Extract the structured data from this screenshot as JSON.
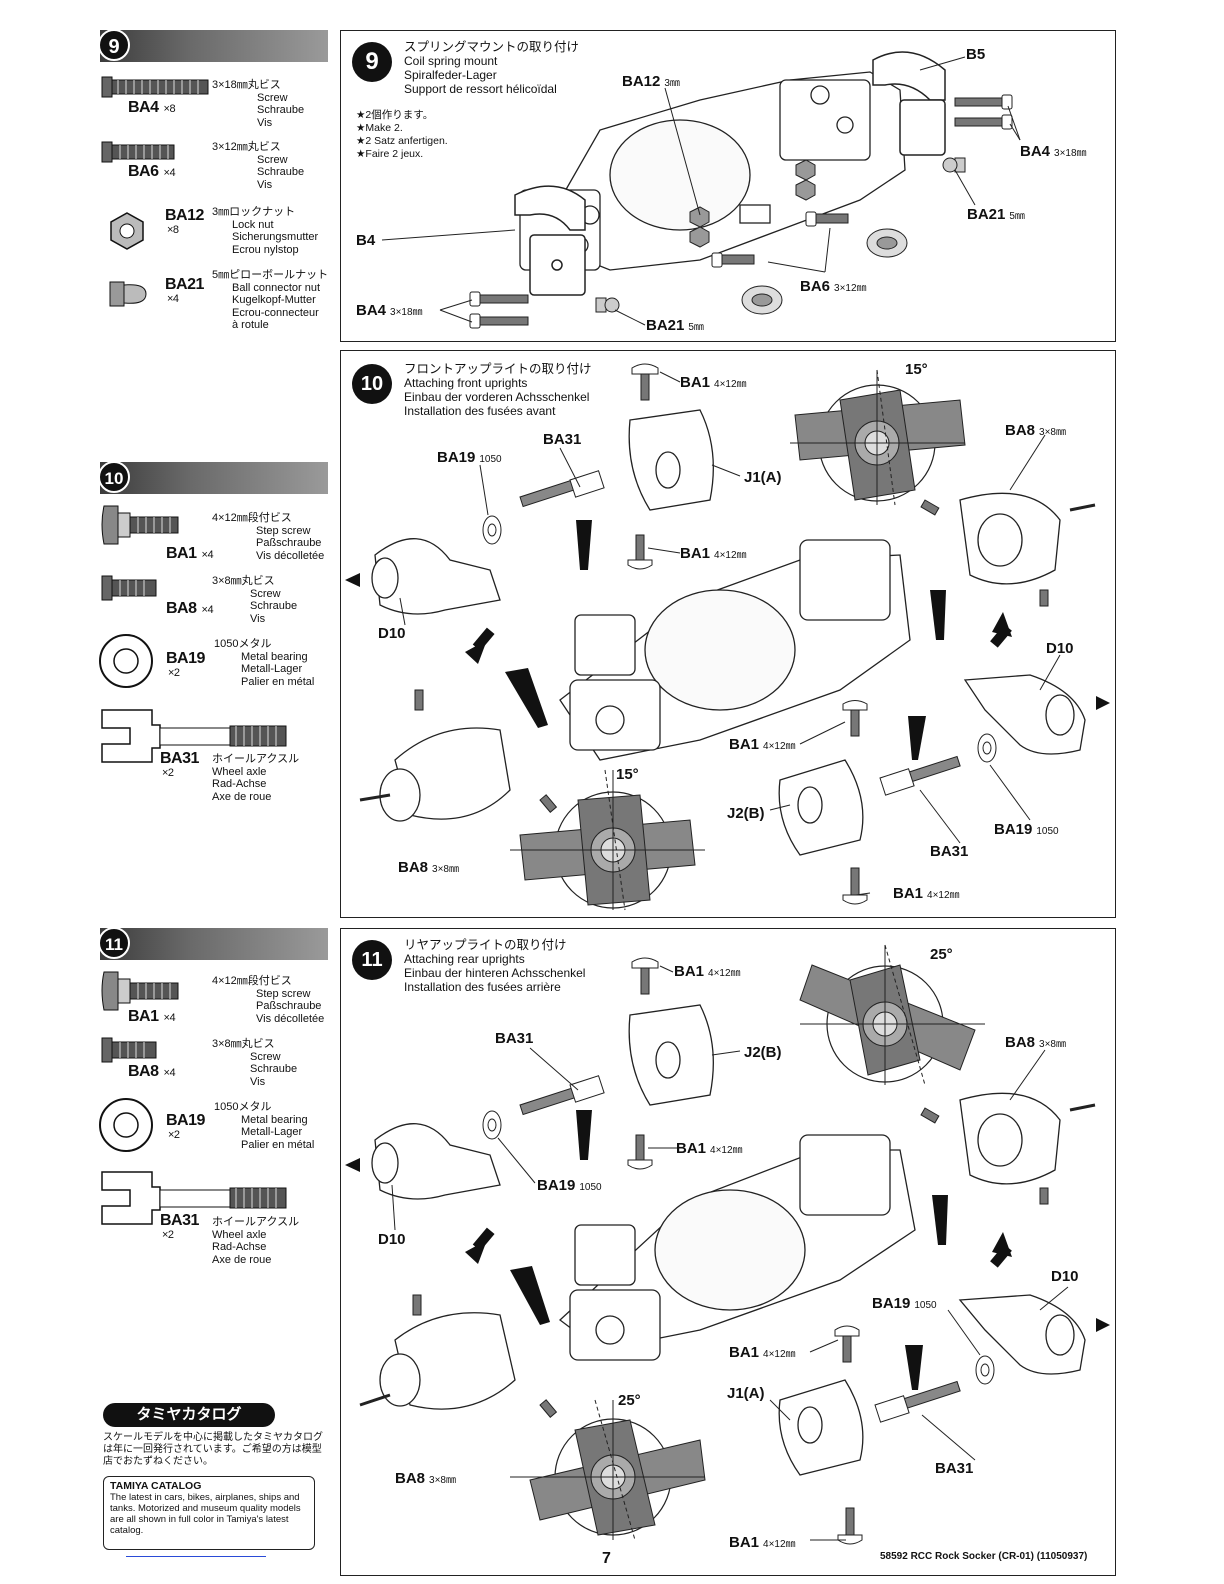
{
  "sidebar": {
    "step9": {
      "number": "9",
      "parts": [
        {
          "code": "BA4",
          "qty": "×8",
          "jp": "3×18㎜丸ビス",
          "en": "Screw",
          "de": "Schraube",
          "fr": "Vis"
        },
        {
          "code": "BA6",
          "qty": "×4",
          "jp": "3×12㎜丸ビス",
          "en": "Screw",
          "de": "Schraube",
          "fr": "Vis"
        },
        {
          "code": "BA12",
          "qty": "×8",
          "jp": "3㎜ロックナット",
          "en": "Lock nut",
          "de": "Sicherungsmutter",
          "fr": "Ecrou nylstop"
        },
        {
          "code": "BA21",
          "qty": "×4",
          "jp": "5㎜ピローボールナット",
          "en": "Ball connector nut",
          "de": "Kugelkopf-Mutter",
          "fr": "Ecrou-connecteur",
          "fr2": "à rotule"
        }
      ]
    },
    "step10": {
      "number": "10",
      "parts": [
        {
          "code": "BA1",
          "qty": "×4",
          "jp": "4×12㎜段付ビス",
          "en": "Step screw",
          "de": "Paßschraube",
          "fr": "Vis décolletée"
        },
        {
          "code": "BA8",
          "qty": "×4",
          "jp": "3×8㎜丸ビス",
          "en": "Screw",
          "de": "Schraube",
          "fr": "Vis"
        },
        {
          "code": "BA19",
          "qty": "×2",
          "jp": "1050メタル",
          "en": "Metal bearing",
          "de": "Metall-Lager",
          "fr": "Palier en métal"
        },
        {
          "code": "BA31",
          "qty": "×2",
          "jp": "ホイールアクスル",
          "en": "Wheel axle",
          "de": "Rad-Achse",
          "fr": "Axe de roue"
        }
      ]
    },
    "step11": {
      "number": "11",
      "parts": [
        {
          "code": "BA1",
          "qty": "×4",
          "jp": "4×12㎜段付ビス",
          "en": "Step screw",
          "de": "Paßschraube",
          "fr": "Vis décolletée"
        },
        {
          "code": "BA8",
          "qty": "×4",
          "jp": "3×8㎜丸ビス",
          "en": "Screw",
          "de": "Schraube",
          "fr": "Vis"
        },
        {
          "code": "BA19",
          "qty": "×2",
          "jp": "1050メタル",
          "en": "Metal bearing",
          "de": "Metall-Lager",
          "fr": "Palier en métal"
        },
        {
          "code": "BA31",
          "qty": "×2",
          "jp": "ホイールアクスル",
          "en": "Wheel axle",
          "de": "Rad-Achse",
          "fr": "Axe de roue"
        }
      ]
    }
  },
  "panel9": {
    "number": "9",
    "title_jp": "スプリングマウントの取り付け",
    "title_en": "Coil spring mount",
    "title_de": "Spiralfeder-Lager",
    "title_fr": "Support de ressort hélicoïdal",
    "notes": [
      "★2個作ります。",
      "★Make 2.",
      "★2 Satz anfertigen.",
      "★Faire 2 jeux."
    ],
    "labels": {
      "b5": "B5",
      "ba12": "BA12",
      "ba12_size": "3㎜",
      "ba4_right": "BA4",
      "ba4_right_size": "3×18㎜",
      "ba21_right": "BA21",
      "ba21_right_size": "5㎜",
      "b4": "B4",
      "ba6": "BA6",
      "ba6_size": "3×12㎜",
      "ba4_left": "BA4",
      "ba4_left_size": "3×18㎜",
      "ba21_bottom": "BA21",
      "ba21_bottom_size": "5㎜"
    }
  },
  "panel10": {
    "number": "10",
    "title_jp": "フロントアップライトの取り付け",
    "title_en": "Attaching front uprights",
    "title_de": "Einbau der vorderen Achsschenkel",
    "title_fr": "Installation des fusées avant",
    "angle_top": "15°",
    "angle_bottom": "15°",
    "labels": {
      "ba1_a": "BA1",
      "ba1_a_size": "4×12㎜",
      "ba31_a": "BA31",
      "ba19_a": "BA19",
      "ba19_a_size": "1050",
      "j1a": "J1(A)",
      "ba1_b": "BA1",
      "ba1_b_size": "4×12㎜",
      "ba8_a": "BA8",
      "ba8_a_size": "3×8㎜",
      "d10_a": "D10",
      "d10_b": "D10",
      "ba1_c": "BA1",
      "ba1_c_size": "4×12㎜",
      "j2b": "J2(B)",
      "ba19_b": "BA19",
      "ba19_b_size": "1050",
      "ba31_b": "BA31",
      "ba8_b": "BA8",
      "ba8_b_size": "3×8㎜",
      "ba1_d": "BA1",
      "ba1_d_size": "4×12㎜"
    }
  },
  "panel11": {
    "number": "11",
    "title_jp": "リヤアップライトの取り付け",
    "title_en": "Attaching rear uprights",
    "title_de": "Einbau der hinteren Achsschenkel",
    "title_fr": "Installation des fusées arrière",
    "angle_top": "25°",
    "angle_bottom": "25°",
    "labels": {
      "ba1_a": "BA1",
      "ba1_a_size": "4×12㎜",
      "ba31_a": "BA31",
      "j2b": "J2(B)",
      "ba1_b": "BA1",
      "ba1_b_size": "4×12㎜",
      "ba19_a": "BA19",
      "ba19_a_size": "1050",
      "ba8_a": "BA8",
      "ba8_a_size": "3×8㎜",
      "d10_a": "D10",
      "d10_b": "D10",
      "ba19_b": "BA19",
      "ba19_b_size": "1050",
      "ba1_c": "BA1",
      "ba1_c_size": "4×12㎜",
      "j1a": "J1(A)",
      "ba31_b": "BA31",
      "ba8_b": "BA8",
      "ba8_b_size": "3×8㎜",
      "ba1_d": "BA1",
      "ba1_d_size": "4×12㎜"
    }
  },
  "catalog": {
    "pill": "タミヤカタログ",
    "jp_text": "スケールモデルを中心に掲載したタミヤカタログは年に一回発行されています。ご希望の方は模型店でおたずねください。",
    "box_title": "TAMIYA CATALOG",
    "box_text": "The latest in cars, bikes, airplanes, ships and tanks. Motorized and museum quality models are all shown in full color in Tamiya's latest catalog."
  },
  "footer": {
    "page_number": "7",
    "reference": "58592 RCC Rock Socker (CR-01) (11050937)"
  }
}
